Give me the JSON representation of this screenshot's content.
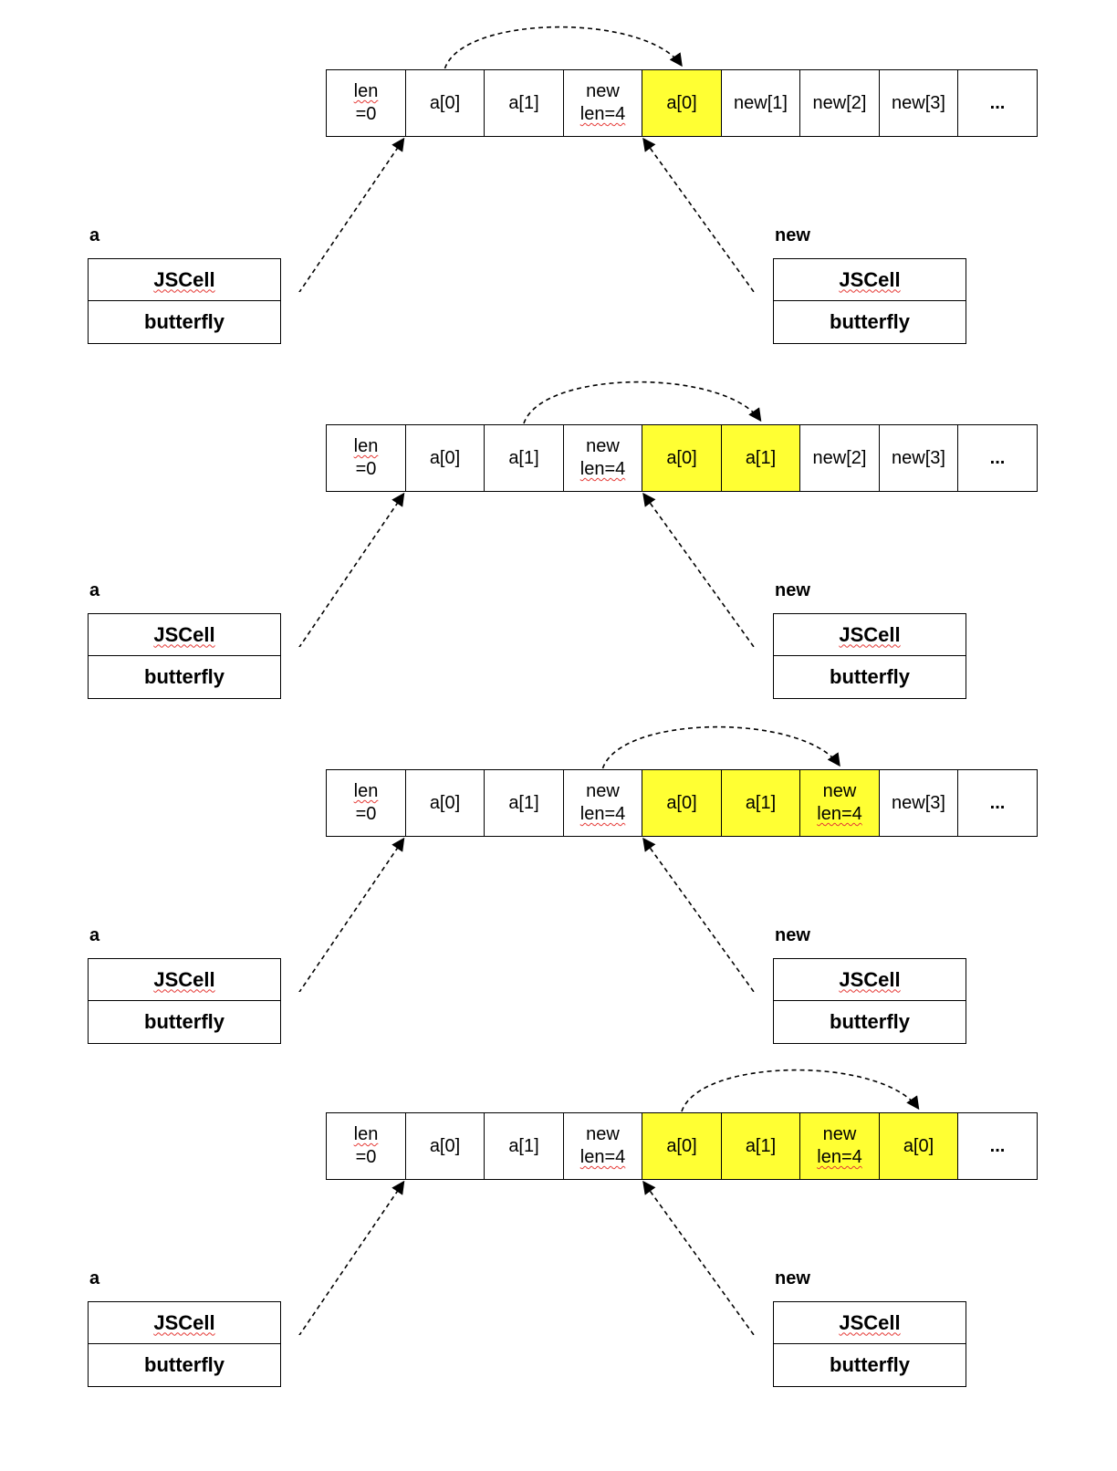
{
  "labels": {
    "object_a": "a",
    "object_new": "new",
    "jscell": "JSCell",
    "butterfly": "butterfly"
  },
  "colors": {
    "highlight": "#ffff33",
    "border": "#000000",
    "spellcheck_underline": "#e53935"
  },
  "panels": [
    {
      "cells": [
        {
          "lines": [
            "len",
            "=0"
          ],
          "wavy": [
            0
          ],
          "highlight": false
        },
        {
          "lines": [
            "a[0]"
          ],
          "wavy": [],
          "highlight": false
        },
        {
          "lines": [
            "a[1]"
          ],
          "wavy": [],
          "highlight": false
        },
        {
          "lines": [
            "new",
            "len=4"
          ],
          "wavy": [
            1
          ],
          "highlight": false
        },
        {
          "lines": [
            "a[0]"
          ],
          "wavy": [],
          "highlight": true
        },
        {
          "lines": [
            "new[1]"
          ],
          "wavy": [],
          "highlight": false
        },
        {
          "lines": [
            "new[2]"
          ],
          "wavy": [],
          "highlight": false
        },
        {
          "lines": [
            "new[3]"
          ],
          "wavy": [],
          "highlight": false
        },
        {
          "lines": [
            "..."
          ],
          "wavy": [],
          "highlight": false,
          "ellipsis": true
        }
      ],
      "copy_from_index": 1,
      "copy_to_index": 4
    },
    {
      "cells": [
        {
          "lines": [
            "len",
            "=0"
          ],
          "wavy": [
            0
          ],
          "highlight": false
        },
        {
          "lines": [
            "a[0]"
          ],
          "wavy": [],
          "highlight": false
        },
        {
          "lines": [
            "a[1]"
          ],
          "wavy": [],
          "highlight": false
        },
        {
          "lines": [
            "new",
            "len=4"
          ],
          "wavy": [
            1
          ],
          "highlight": false
        },
        {
          "lines": [
            "a[0]"
          ],
          "wavy": [],
          "highlight": true
        },
        {
          "lines": [
            "a[1]"
          ],
          "wavy": [],
          "highlight": true
        },
        {
          "lines": [
            "new[2]"
          ],
          "wavy": [],
          "highlight": false
        },
        {
          "lines": [
            "new[3]"
          ],
          "wavy": [],
          "highlight": false
        },
        {
          "lines": [
            "..."
          ],
          "wavy": [],
          "highlight": false,
          "ellipsis": true
        }
      ],
      "copy_from_index": 2,
      "copy_to_index": 5
    },
    {
      "cells": [
        {
          "lines": [
            "len",
            "=0"
          ],
          "wavy": [
            0
          ],
          "highlight": false
        },
        {
          "lines": [
            "a[0]"
          ],
          "wavy": [],
          "highlight": false
        },
        {
          "lines": [
            "a[1]"
          ],
          "wavy": [],
          "highlight": false
        },
        {
          "lines": [
            "new",
            "len=4"
          ],
          "wavy": [
            1
          ],
          "highlight": false
        },
        {
          "lines": [
            "a[0]"
          ],
          "wavy": [],
          "highlight": true
        },
        {
          "lines": [
            "a[1]"
          ],
          "wavy": [],
          "highlight": true
        },
        {
          "lines": [
            "new",
            "len=4"
          ],
          "wavy": [
            1
          ],
          "highlight": true
        },
        {
          "lines": [
            "new[3]"
          ],
          "wavy": [],
          "highlight": false
        },
        {
          "lines": [
            "..."
          ],
          "wavy": [],
          "highlight": false,
          "ellipsis": true
        }
      ],
      "copy_from_index": 3,
      "copy_to_index": 6
    },
    {
      "cells": [
        {
          "lines": [
            "len",
            "=0"
          ],
          "wavy": [
            0
          ],
          "highlight": false
        },
        {
          "lines": [
            "a[0]"
          ],
          "wavy": [],
          "highlight": false
        },
        {
          "lines": [
            "a[1]"
          ],
          "wavy": [],
          "highlight": false
        },
        {
          "lines": [
            "new",
            "len=4"
          ],
          "wavy": [
            1
          ],
          "highlight": false
        },
        {
          "lines": [
            "a[0]"
          ],
          "wavy": [],
          "highlight": true
        },
        {
          "lines": [
            "a[1]"
          ],
          "wavy": [],
          "highlight": true
        },
        {
          "lines": [
            "new",
            "len=4"
          ],
          "wavy": [
            1
          ],
          "highlight": true
        },
        {
          "lines": [
            "a[0]"
          ],
          "wavy": [],
          "highlight": true
        },
        {
          "lines": [
            "..."
          ],
          "wavy": [],
          "highlight": false,
          "ellipsis": true
        }
      ],
      "copy_from_index": 4,
      "copy_to_index": 7
    }
  ]
}
